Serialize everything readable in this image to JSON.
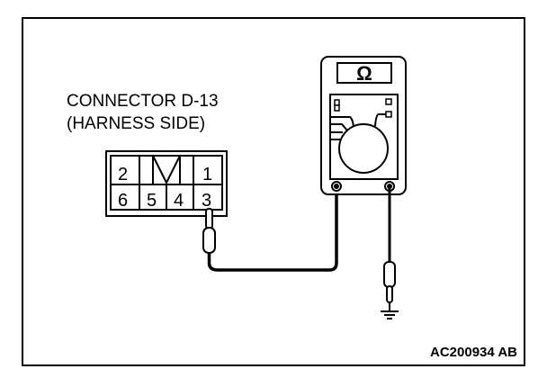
{
  "connector": {
    "title_line1": "CONNECTOR D-13",
    "title_line2": "(HARNESS SIDE)",
    "pins": [
      "2",
      "1",
      "6",
      "5",
      "4",
      "3"
    ]
  },
  "meter": {
    "display_symbol": "Ω"
  },
  "figure_id": "AC200934 AB"
}
